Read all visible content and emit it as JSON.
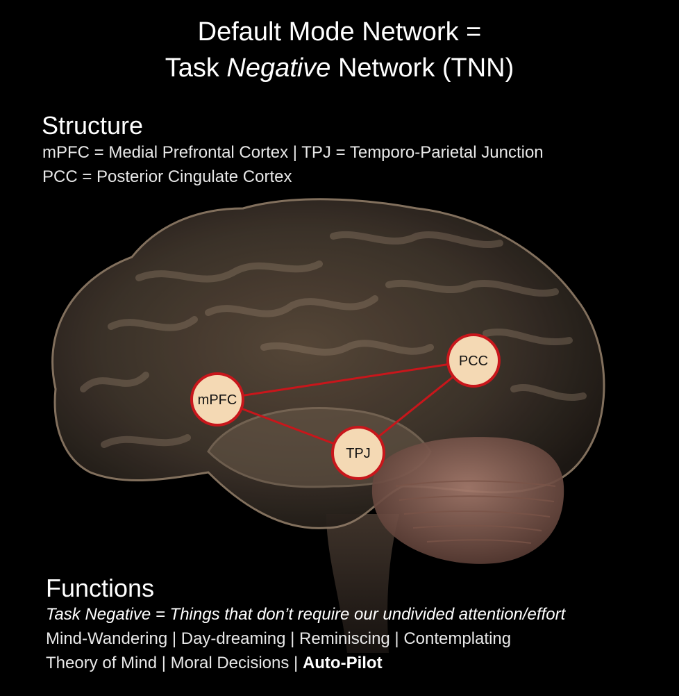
{
  "title": {
    "line1": "Default Mode Network =",
    "line2_pre": "Task ",
    "line2_italic": "Negative",
    "line2_post": " Network (TNN)"
  },
  "structure": {
    "heading": "Structure",
    "line1": "mPFC = Medial Prefrontal Cortex | TPJ = Temporo-Parietal Junction",
    "line2": "PCC = Posterior Cingulate Cortex"
  },
  "nodes": [
    {
      "label": "mPFC"
    },
    {
      "label": "PCC"
    },
    {
      "label": "TPJ"
    }
  ],
  "functions": {
    "heading": "Functions",
    "italic_line": "Task Negative = Things that don’t require our undivided attention/effort",
    "line1": "Mind-Wandering | Day-dreaming | Reminiscing | Contemplating",
    "line2_normal": "Theory of Mind | Moral Decisions | ",
    "line2_bold": "Auto-Pilot"
  },
  "colors": {
    "node_fill": "#f4d9b4",
    "node_stroke": "#c8161b",
    "connector": "#c8161b"
  }
}
